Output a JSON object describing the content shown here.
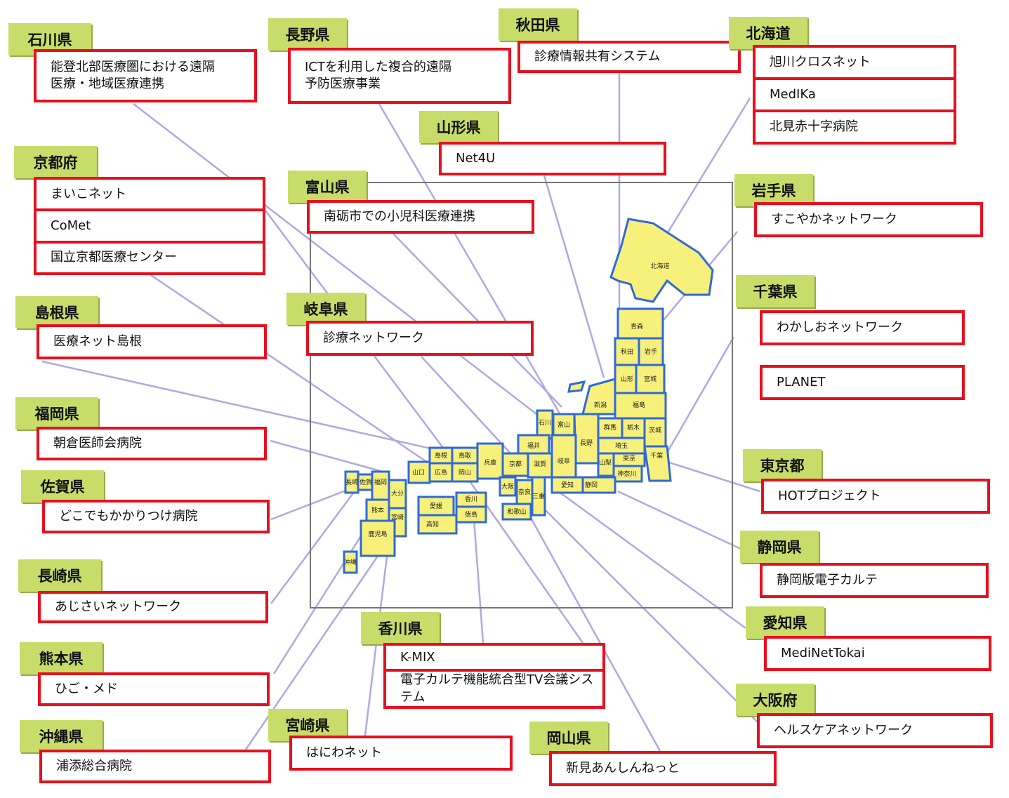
{
  "regions": [
    {
      "id": "ishikawa",
      "tag": "石川県",
      "items": [
        "能登北部医療圏における遠隔\n医療・地域医療連携"
      ]
    },
    {
      "id": "nagano",
      "tag": "長野県",
      "items": [
        "ICTを利用した複合的遠隔\n予防医療事業"
      ]
    },
    {
      "id": "akita",
      "tag": "秋田県",
      "items": [
        "診療情報共有システム"
      ]
    },
    {
      "id": "hokkaido",
      "tag": "北海道",
      "items": [
        "旭川クロスネット",
        "MedIKa",
        "北見赤十字病院"
      ]
    },
    {
      "id": "yamagata",
      "tag": "山形県",
      "items": [
        "Net4U"
      ]
    },
    {
      "id": "kyoto",
      "tag": "京都府",
      "items": [
        "まいこネット",
        "CoMet",
        "国立京都医療センター"
      ]
    },
    {
      "id": "toyama",
      "tag": "富山県",
      "items": [
        "南砺市での小児科医療連携"
      ]
    },
    {
      "id": "iwate",
      "tag": "岩手県",
      "items": [
        "すこやかネットワーク"
      ]
    },
    {
      "id": "shimane",
      "tag": "島根県",
      "items": [
        "医療ネット島根"
      ]
    },
    {
      "id": "gifu",
      "tag": "岐阜県",
      "items": [
        "診療ネットワーク"
      ]
    },
    {
      "id": "chiba",
      "tag": "千葉県",
      "items": [
        "わかしおネットワーク",
        "PLANET"
      ]
    },
    {
      "id": "fukuoka",
      "tag": "福岡県",
      "items": [
        "朝倉医師会病院"
      ]
    },
    {
      "id": "tokyo",
      "tag": "東京都",
      "items": [
        "HOTプロジェクト"
      ]
    },
    {
      "id": "saga",
      "tag": "佐賀県",
      "items": [
        "どこでもかかりつけ病院"
      ]
    },
    {
      "id": "shizuoka",
      "tag": "静岡県",
      "items": [
        "静岡版電子カルテ"
      ]
    },
    {
      "id": "nagasaki",
      "tag": "長崎県",
      "items": [
        "あじさいネットワーク"
      ]
    },
    {
      "id": "kagawa",
      "tag": "香川県",
      "items": [
        "K-MIX",
        "電子カルテ機能統合型TV会議システム"
      ]
    },
    {
      "id": "aichi",
      "tag": "愛知県",
      "items": [
        "MediNetTokai"
      ]
    },
    {
      "id": "kumamoto",
      "tag": "熊本県",
      "items": [
        "ひご・メド"
      ]
    },
    {
      "id": "osaka",
      "tag": "大阪府",
      "items": [
        "ヘルスケアネットワーク"
      ]
    },
    {
      "id": "okinawa",
      "tag": "沖縄県",
      "items": [
        "浦添総合病院"
      ]
    },
    {
      "id": "miyazaki",
      "tag": "宮崎県",
      "items": [
        "はにわネット"
      ]
    },
    {
      "id": "okayama",
      "tag": "岡山県",
      "items": [
        "新見あんしんねっと"
      ]
    }
  ],
  "map_labels": {
    "hokkaido": "北海道",
    "aomori": "青森",
    "akita": "秋田",
    "iwate": "岩手",
    "yamagata": "山形",
    "miyagi": "宮城",
    "niigata": "新潟",
    "fukushima": "福島",
    "ishikawa": "石川",
    "toyama": "富山",
    "gunma": "群馬",
    "tochigi": "栃木",
    "ibaraki": "茨城",
    "nagano": "長野",
    "fukui": "福井",
    "saitama": "埼玉",
    "yamanashi": "山梨",
    "tokyo": "東京",
    "chiba": "千葉",
    "kanagawa": "神奈川",
    "gifu": "岐阜",
    "shimane": "島根",
    "tottori": "鳥取",
    "hyogo": "兵庫",
    "kyoto": "京都",
    "shiga": "滋賀",
    "yamaguchi": "山口",
    "hiroshima": "広島",
    "okayama": "岡山",
    "osaka": "大阪",
    "nara": "奈良",
    "mie": "三重",
    "aichi": "愛知",
    "shizuoka": "静岡",
    "wakayama": "和歌山",
    "nagasaki": "長崎",
    "saga": "佐賀",
    "fukuoka": "福岡",
    "oita": "大分",
    "kumamoto": "熊本",
    "miyazaki": "宮崎",
    "kagoshima": "鹿児島",
    "okinawa": "沖縄",
    "ehime": "愛媛",
    "kagawa": "香川",
    "tokushima": "徳島",
    "kochi": "高知"
  },
  "colors": {
    "tag": "#c8dc6a",
    "box_border": "#e8101e",
    "map_fill": "#f7f07a",
    "map_border": "#2f6ad8",
    "leader": "#b0a8e0"
  }
}
